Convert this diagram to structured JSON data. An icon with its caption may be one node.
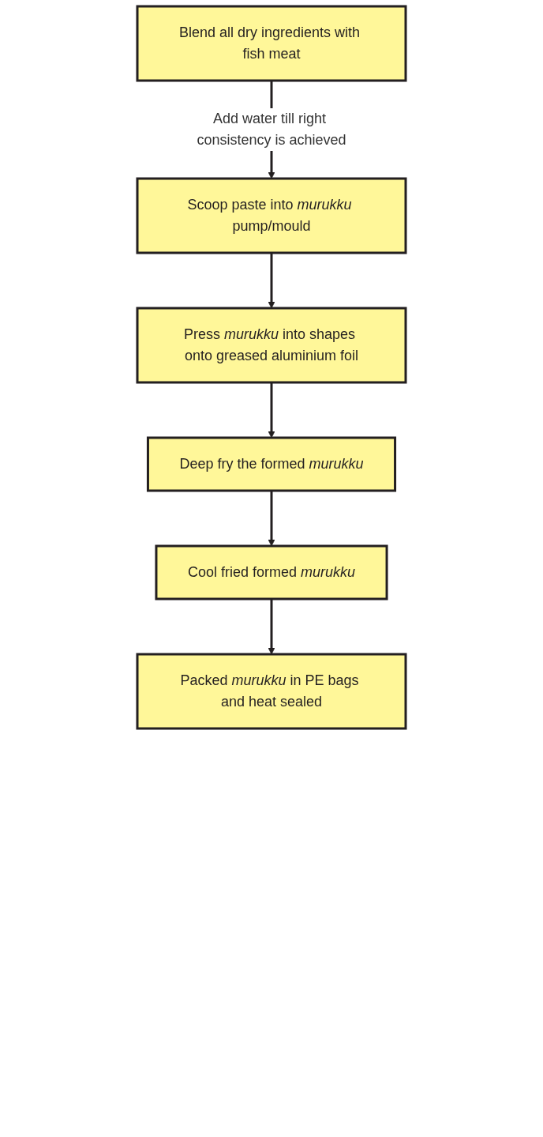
{
  "diagram": {
    "nodes": [
      {
        "text": [
          "Blend all dry ingredients with fish meat"
        ]
      },
      {
        "text": [
          "Scoop paste into *murukku* pump/mould"
        ]
      },
      {
        "text": [
          "Press *murukku* into shapes onto greased aluminium foil"
        ]
      },
      {
        "text": [
          "Deep fry the formed *murukku*"
        ]
      },
      {
        "text": [
          "Cool fried formed *murukku*"
        ]
      },
      {
        "text": [
          "Packed *murukku* in PE bags and heat sealed"
        ]
      }
    ],
    "edges": [
      {
        "from": 0,
        "to": 1,
        "arrow": "to",
        "label": "Add water till right consistency is achieved"
      },
      {
        "from": 1,
        "to": 2,
        "arrow": "to"
      },
      {
        "from": 2,
        "to": 3,
        "arrow": "to"
      },
      {
        "from": 3,
        "to": 4,
        "arrow": "to"
      },
      {
        "from": 4,
        "to": 5,
        "arrow": "to"
      }
    ]
  }
}
